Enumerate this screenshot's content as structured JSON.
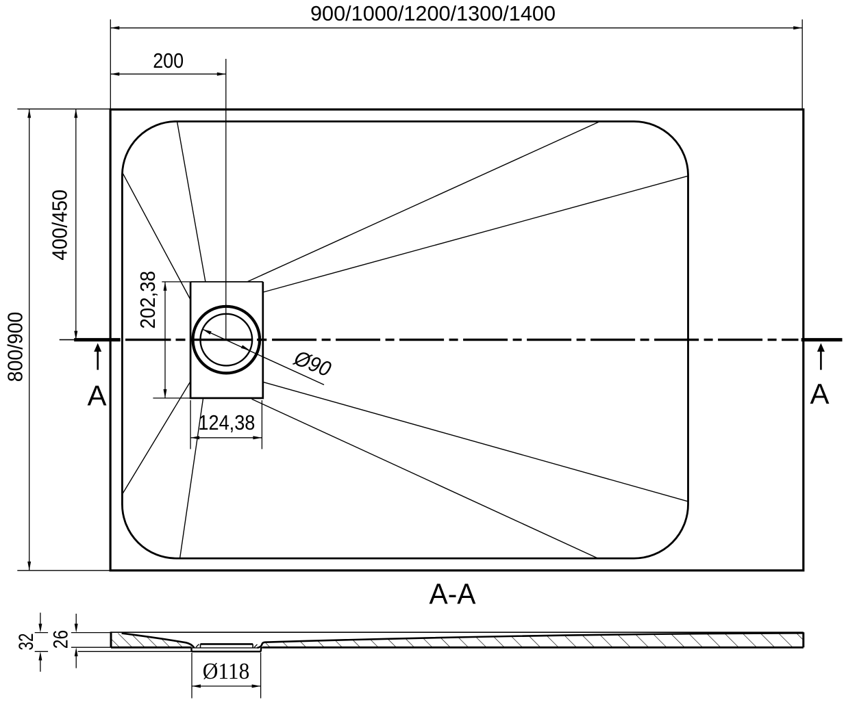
{
  "document": {
    "type": "technical-drawing",
    "subject": "rectangular shower tray with offset round drain - top view and cross section",
    "background_color": "#ffffff",
    "line_color": "#000000",
    "units": "mm"
  },
  "top_view": {
    "dim_overall_width": "900/1000/1200/1300/1400",
    "dim_drain_offset_x": "200",
    "dim_overall_depth": "800/900",
    "dim_centerline_offset": "400/450",
    "dim_drain_recess_height": "202,38",
    "dim_drain_recess_width": "124,38",
    "dim_drain_hole_diameter": "Ø90",
    "section_mark_left": "A",
    "section_mark_right": "A"
  },
  "section_view": {
    "title": "A-A",
    "dim_total_height": "32",
    "dim_body_height": "26",
    "dim_drain_boss_diameter": "Ø118"
  }
}
